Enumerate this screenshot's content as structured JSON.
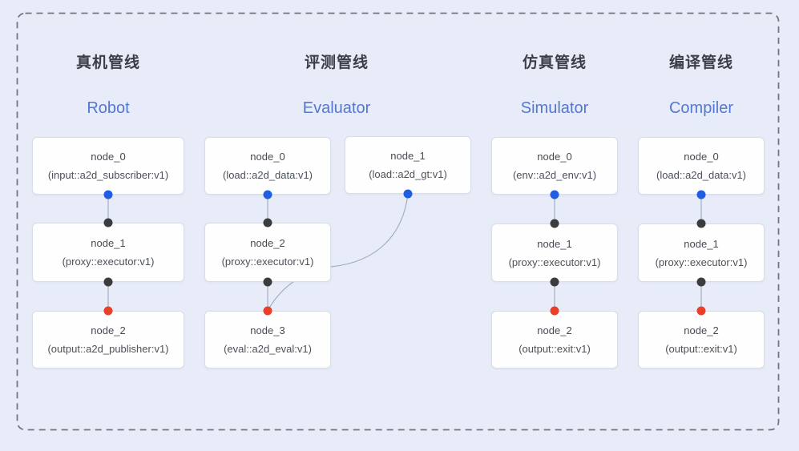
{
  "diagram": {
    "kind": "pipeline-node-graph",
    "colors": {
      "background": "#e8ecf8",
      "group_border": "#71767f",
      "node_fill": "#fefefe",
      "node_border": "#d9dde6",
      "edge_line": "#a6adbc",
      "port_source": "#1f5de5",
      "port_intermediate": "#3c3c3f",
      "port_sink": "#e94129",
      "title_zh_color": "#3b3f48",
      "title_en_color": "#5478cd"
    }
  },
  "pipelines": [
    {
      "title_zh": "真机管线",
      "title_en": "Robot",
      "nodes": [
        {
          "name": "node_0",
          "type": "(input::a2d_subscriber:v1)"
        },
        {
          "name": "node_1",
          "type": "(proxy::executor:v1)"
        },
        {
          "name": "node_2",
          "type": "(output::a2d_publisher:v1)"
        }
      ],
      "edges": [
        "node_0→node_1",
        "node_1→node_2"
      ]
    },
    {
      "title_zh": "评测管线",
      "title_en": "Evaluator",
      "nodes": [
        {
          "name": "node_0",
          "type": "(load::a2d_data:v1)"
        },
        {
          "name": "node_1",
          "type": "(load::a2d_gt:v1)"
        },
        {
          "name": "node_2",
          "type": "(proxy::executor:v1)"
        },
        {
          "name": "node_3",
          "type": "(eval::a2d_eval:v1)"
        }
      ],
      "edges": [
        "node_0→node_2",
        "node_1→node_3",
        "node_2→node_3"
      ]
    },
    {
      "title_zh": "仿真管线",
      "title_en": "Simulator",
      "nodes": [
        {
          "name": "node_0",
          "type": "(env::a2d_env:v1)"
        },
        {
          "name": "node_1",
          "type": "(proxy::executor:v1)"
        },
        {
          "name": "node_2",
          "type": "(output::exit:v1)"
        }
      ],
      "edges": [
        "node_0→node_1",
        "node_1→node_2"
      ]
    },
    {
      "title_zh": "编译管线",
      "title_en": "Compiler",
      "nodes": [
        {
          "name": "node_0",
          "type": "(load::a2d_data:v1)"
        },
        {
          "name": "node_1",
          "type": "(proxy::executor:v1)"
        },
        {
          "name": "node_2",
          "type": "(output::exit:v1)"
        }
      ],
      "edges": [
        "node_0→node_1",
        "node_1→node_2"
      ]
    }
  ]
}
